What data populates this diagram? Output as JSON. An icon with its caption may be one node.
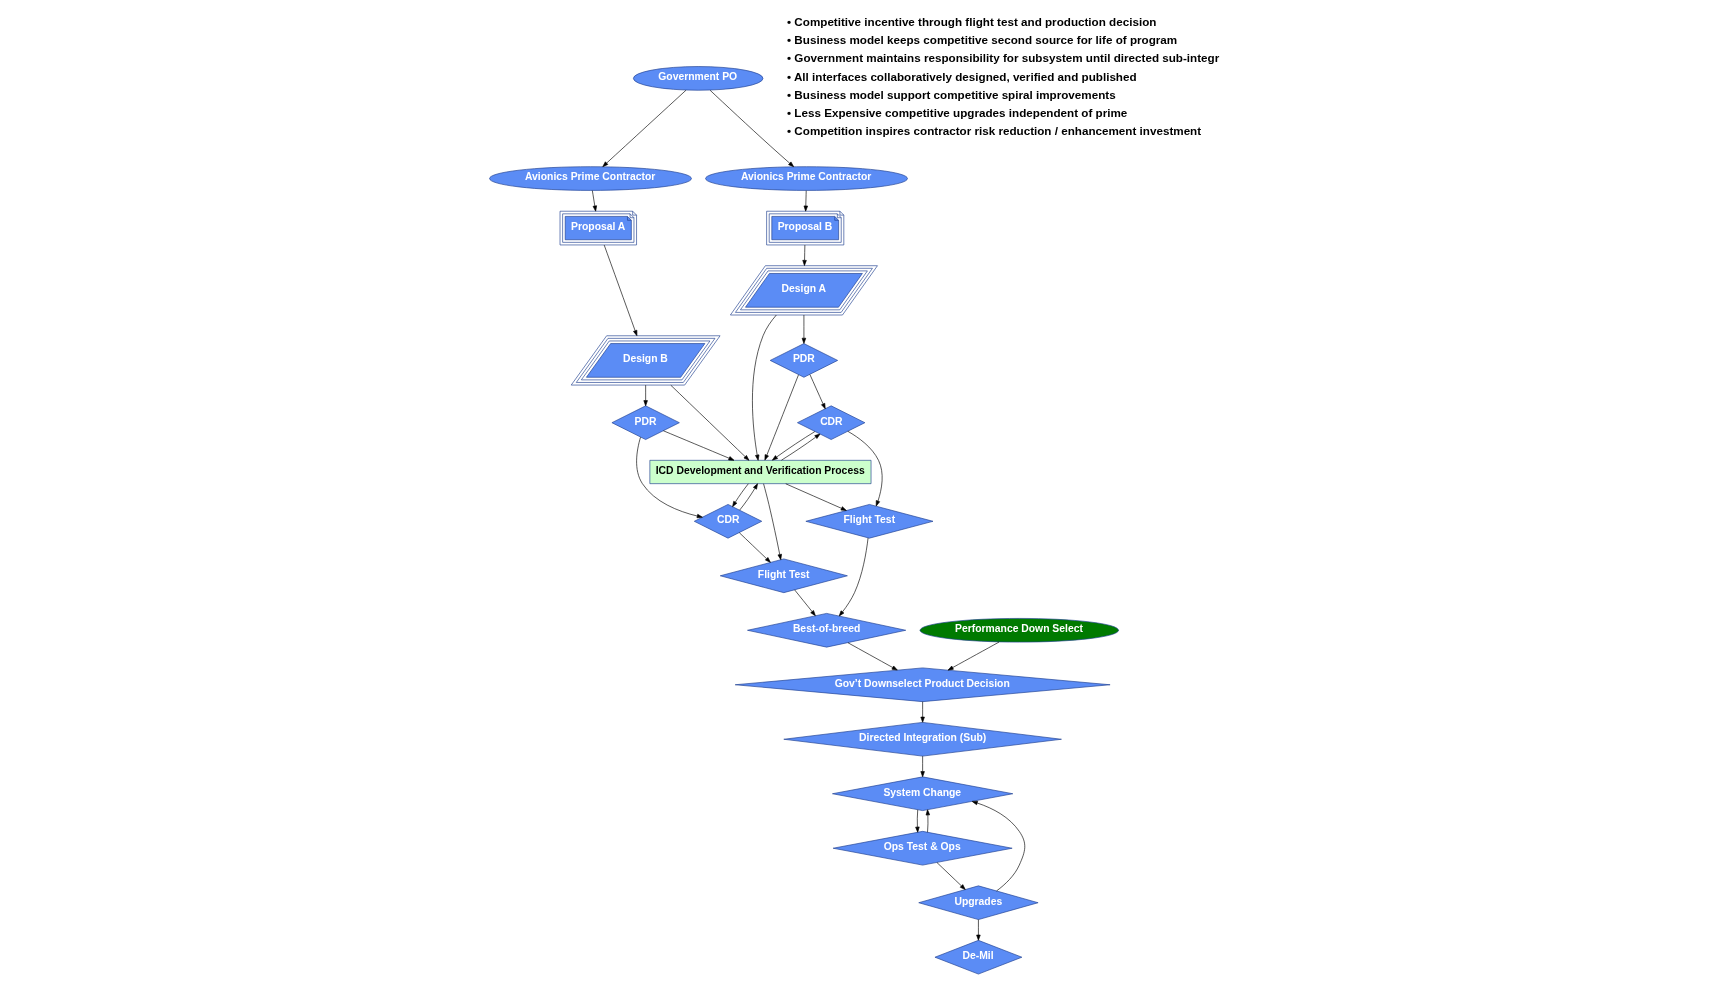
{
  "diagram": {
    "nodes": [
      {
        "text": [
          "Government PO"
        ]
      },
      {
        "text": [
          "Avionics Prime Contractor"
        ]
      },
      {
        "text": [
          "Avionics Prime Contractor"
        ]
      },
      {
        "text": [
          "Proposal B"
        ]
      },
      {
        "text": [
          "Proposal A"
        ]
      },
      {
        "text": [
          "Design A"
        ]
      },
      {
        "text": [
          "Design B"
        ]
      },
      {
        "text": [
          "PDR"
        ]
      },
      {
        "text": [
          "CDR"
        ]
      },
      {
        "text": [
          "Flight Test"
        ]
      },
      {
        "text": [
          "ICD Development and Verification Process"
        ]
      },
      {
        "text": [
          "Best-of-breed"
        ]
      },
      {
        "text": [
          "PDR"
        ]
      },
      {
        "text": [
          "CDR"
        ]
      },
      {
        "text": [
          "Flight Test"
        ]
      },
      {
        "text": [
          "Performance Down Select"
        ]
      },
      {
        "text": [
          "Gov’t Downselect Product Decision"
        ]
      },
      {
        "text": [
          "Directed Integration (Sub)"
        ]
      },
      {
        "text": [
          "System Change"
        ]
      },
      {
        "text": [
          "Ops Test & Ops"
        ]
      },
      {
        "text": [
          "Upgrades"
        ]
      },
      {
        "text": [
          "De-Mil"
        ]
      }
    ],
    "edges": [
      {
        "from": 0,
        "to": 1,
        "arrow": "to"
      },
      {
        "from": 0,
        "to": 2,
        "arrow": "to"
      },
      {
        "from": 1,
        "to": 4,
        "arrow": "to"
      },
      {
        "from": 2,
        "to": 3,
        "arrow": "to"
      },
      {
        "from": 3,
        "to": 5,
        "arrow": "to"
      },
      {
        "from": 4,
        "to": 6,
        "arrow": "to"
      },
      {
        "from": 5,
        "to": 7,
        "arrow": "to"
      },
      {
        "from": 5,
        "to": 10,
        "arrow": "to"
      },
      {
        "from": 6,
        "to": 10,
        "arrow": "to"
      },
      {
        "from": 6,
        "to": 12,
        "arrow": "to"
      },
      {
        "from": 7,
        "to": 8,
        "arrow": "to"
      },
      {
        "from": 8,
        "to": 9,
        "arrow": "to"
      },
      {
        "from": 7,
        "to": 10,
        "arrow": "to"
      },
      {
        "from": 10,
        "to": 8,
        "arrow": "to"
      },
      {
        "from": 8,
        "to": 10,
        "arrow": "to"
      },
      {
        "from": 10,
        "to": 9,
        "arrow": "to"
      },
      {
        "from": 9,
        "to": 11,
        "arrow": "to"
      },
      {
        "from": 12,
        "to": 13,
        "arrow": "to"
      },
      {
        "from": 13,
        "to": 14,
        "arrow": "to"
      },
      {
        "from": 14,
        "to": 11,
        "arrow": "to"
      },
      {
        "from": 12,
        "to": 10,
        "arrow": "to"
      },
      {
        "from": 10,
        "to": 13,
        "arrow": "to"
      },
      {
        "from": 13,
        "to": 10,
        "arrow": "to"
      },
      {
        "from": 10,
        "to": 14,
        "arrow": "to"
      },
      {
        "from": 11,
        "to": 16,
        "arrow": "to"
      },
      {
        "from": 15,
        "to": 16,
        "arrow": "to"
      },
      {
        "from": 16,
        "to": 17,
        "arrow": "to"
      },
      {
        "from": 17,
        "to": 18,
        "arrow": "to"
      },
      {
        "from": 18,
        "to": 19,
        "arrow": "to"
      },
      {
        "from": 19,
        "to": 20,
        "arrow": "to"
      },
      {
        "from": 20,
        "to": 21,
        "arrow": "to"
      },
      {
        "from": 19,
        "to": 18,
        "arrow": "to"
      },
      {
        "from": 20,
        "to": 18,
        "arrow": "to"
      }
    ],
    "labels": [
      "• Competitive incentive through flight test and production decision",
      "• Business model keeps competitive second source for life of program",
      "• Government maintains responsibility for subsystem until directed sub-integr",
      "• All interfaces collaboratively designed, verified and published",
      "• Business model support competitive spiral improvements",
      "• Less Expensive competitive upgrades independent of prime",
      "• Competition inspires contractor risk reduction / enhancement investment"
    ]
  }
}
